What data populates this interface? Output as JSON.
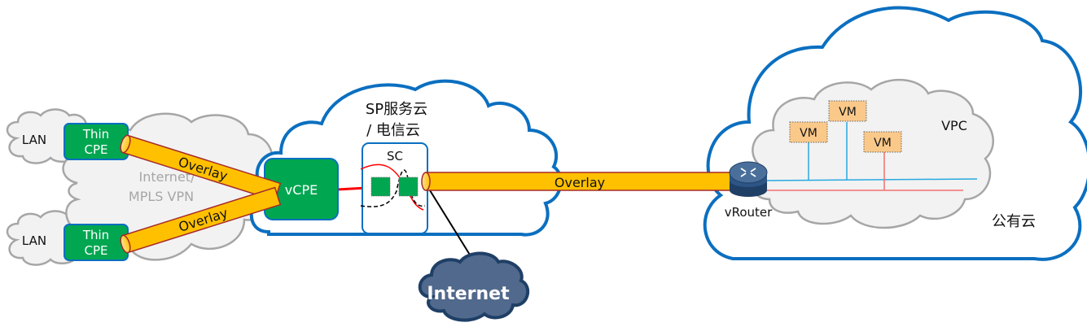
{
  "diagram": {
    "colors": {
      "cloud_blue_stroke": "#0b6fc0",
      "cloud_gray_fill": "#f2f2f2",
      "cloud_gray_stroke": "#a6a6a6",
      "cpe_green": "#00a650",
      "pipe_fill": "#ffc000",
      "pipe_stroke": "#a52a2a",
      "vm_fill": "#fac98a",
      "line_blue": "#27a9e1",
      "line_red": "#f26f6f",
      "internet_fill": "#50698c",
      "internet_stroke": "#1f3f66"
    },
    "lan_top": {
      "label": "LAN"
    },
    "lan_bottom": {
      "label": "LAN"
    },
    "thin_cpe_top": {
      "line1": "Thin",
      "line2": "CPE"
    },
    "thin_cpe_bottom": {
      "line1": "Thin",
      "line2": "CPE"
    },
    "transport_cloud": {
      "line1": "Internet/",
      "line2": "MPLS VPN"
    },
    "overlay_top": {
      "label": "Overlay"
    },
    "overlay_bottom": {
      "label": "Overlay"
    },
    "overlay_main": {
      "label": "Overlay"
    },
    "sp_cloud": {
      "line1": "SP服务云",
      "line2": "/ 电信云"
    },
    "vcpe": {
      "label": "vCPE"
    },
    "sc": {
      "label": "SC"
    },
    "internet": {
      "label": "Internet"
    },
    "public_cloud": {
      "label": "公有云"
    },
    "vpc": {
      "label": "VPC"
    },
    "vrouter": {
      "label": "vRouter"
    },
    "vms": [
      {
        "label": "VM"
      },
      {
        "label": "VM"
      },
      {
        "label": "VM"
      }
    ]
  }
}
